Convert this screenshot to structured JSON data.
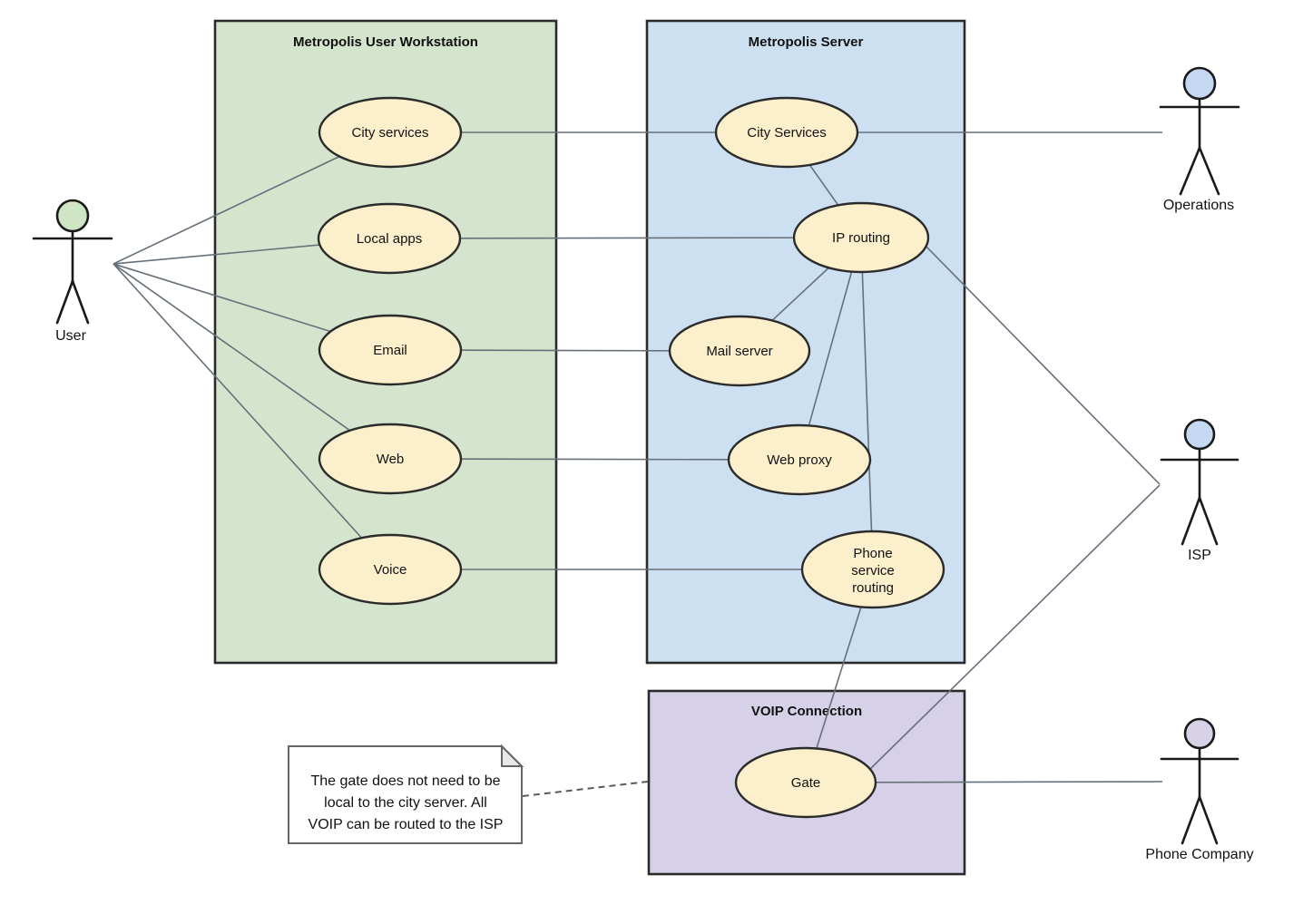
{
  "colors": {
    "line_color": "#66707a",
    "dashed_line_color": "#5a5a5a",
    "box_stroke": "#2b2b2b",
    "ellipse_fill": "#fcf0cc",
    "ellipse_stroke": "#2b2b2b",
    "actor_stroke": "#1a1a1a",
    "note_fill": "#ffffff",
    "note_stroke": "#666666"
  },
  "packages": {
    "workstation": {
      "label": "Metropolis User Workstation",
      "fill": "#d5e4cc"
    },
    "server": {
      "label": "Metropolis Server",
      "fill": "#cde0f2"
    },
    "voip": {
      "label": "VOIP Connection",
      "fill": "#d6d1e8"
    }
  },
  "use_cases": {
    "city_services_ws": {
      "label": "City services"
    },
    "local_apps": {
      "label": "Local apps"
    },
    "email": {
      "label": "Email"
    },
    "web": {
      "label": "Web"
    },
    "voice": {
      "label": "Voice"
    },
    "city_services_srv": {
      "label": "City Services"
    },
    "ip_routing": {
      "label": "IP routing"
    },
    "mail_server": {
      "label": "Mail server"
    },
    "web_proxy": {
      "label": "Web proxy"
    },
    "phone_service_routing": {
      "line1": "Phone",
      "line2": "service",
      "line3": "routing"
    },
    "gate": {
      "label": "Gate"
    }
  },
  "actors": {
    "user": {
      "label": "User",
      "head_fill": "#cfe6c4"
    },
    "operations": {
      "label": "Operations",
      "head_fill": "#c5d8f2"
    },
    "isp": {
      "label": "ISP",
      "head_fill": "#c5d8f2"
    },
    "phone_company": {
      "label": "Phone Company",
      "head_fill": "#d8d2e9"
    }
  },
  "note": {
    "line1": "The gate does not need to be",
    "line2": "local to the city server.  All",
    "line3": "VOIP can be routed to the ISP"
  }
}
